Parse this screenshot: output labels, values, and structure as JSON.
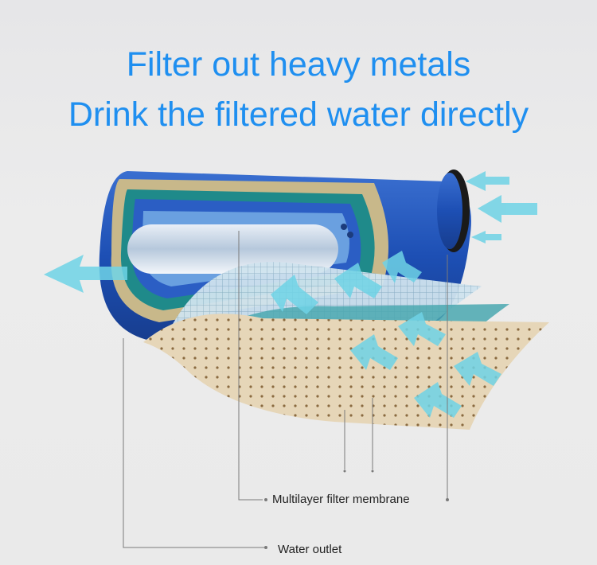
{
  "headline": {
    "line1": "Filter out heavy metals",
    "line2": "Drink the filtered water directly"
  },
  "labels": {
    "membrane": "Multilayer filter membrane",
    "outlet": "Water outlet"
  },
  "colors": {
    "headline": "#1f8ff0",
    "cartridge": "#1e4fb0"
  }
}
